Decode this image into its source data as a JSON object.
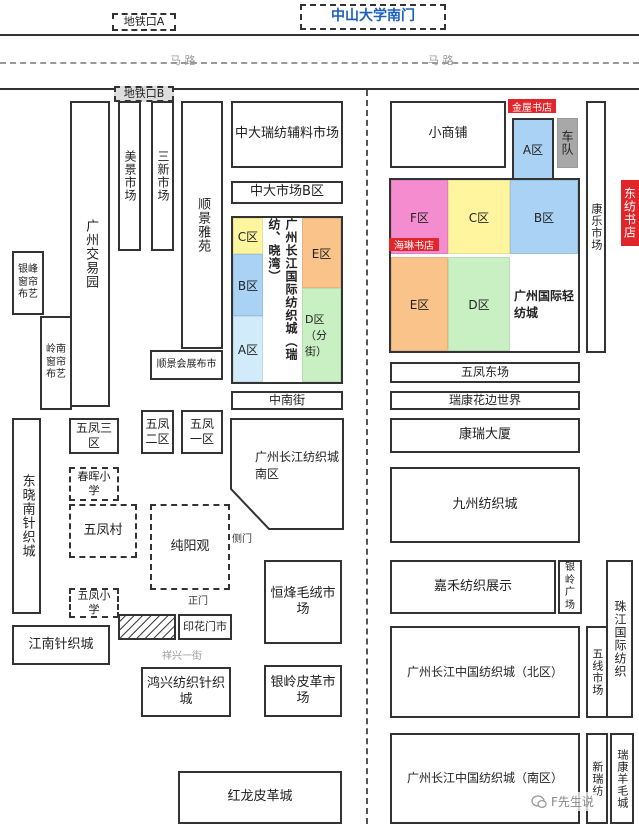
{
  "top": {
    "sun_yatsen_gate": "中山大学南门",
    "metro_a": "地铁口A",
    "metro_b": "地铁口B",
    "road_left": "马 路",
    "road_right": "马 路"
  },
  "west": {
    "meijing": "美景市场",
    "sanxin": "三新市场",
    "shunjing": "顺景雅苑",
    "gz_trade": "广州交易园",
    "yinfeng": "银峰窗帘布艺",
    "lingnan": "岭南窗帘布艺",
    "shunjing_exhibit": "顺景会展布市",
    "wufeng3": "五凤三区",
    "wufeng2": "五凤二区",
    "wufeng1": "五凤一区",
    "dongxiao": "东晓南针织城",
    "chunhui": "春晖小学",
    "wufeng_village": "五凤村",
    "chunyang": "纯阳观",
    "wufeng_school": "五凤小学",
    "jiangnan": "江南针织城",
    "yinhua": "印花门市",
    "xiangxing": "祥兴一街",
    "hongxing": "鸿兴纺织针织城",
    "side_gate": "侧门",
    "main_gate": "正门"
  },
  "middle": {
    "zhongda_accessory": "中大瑞纺辅料市场",
    "zhongda_b": "中大市场B区",
    "changjiang_intl": "广州长江国际纺织城（瑞纺、晓湾）",
    "zones": {
      "c": "C区",
      "e": "E区",
      "b": "B区",
      "d": "D区（分街）",
      "a": "A区"
    },
    "zhongnan": "中南街",
    "changjiang_south": "广州长江纺织城南区",
    "hengfeng": "恒烽毛绒市场",
    "yinling_leather": "银岭皮革市场",
    "honglong": "红龙皮革城"
  },
  "east": {
    "small_shop": "小商铺",
    "jinwu": "金屋书店",
    "chedui": "车队",
    "zones": {
      "a": "A区",
      "f": "F区",
      "c": "C区",
      "b": "B区",
      "e": "E区",
      "d": "D区"
    },
    "hailin": "海琳书店",
    "gz_intl_light": "广州国际轻纺城",
    "kangle": "康乐市场",
    "dongfang_bookstore": "东纺书店",
    "wufeng_east": "五凤东场",
    "ruikang_flower": "瑞康花边世界",
    "kangrui": "康瑞大厦",
    "jiuzhou": "九州纺织城",
    "jiahe": "嘉禾纺织展示",
    "yinling_square": "银岭广场",
    "pearl_river": "珠江国际纺织",
    "changjiang_north": "广州长江中国纺织城（北区）",
    "wuxian": "五线市场",
    "changjiang_south_cn": "广州长江中国纺织城（南区）",
    "xinrui": "新瑞纺",
    "ruikang_wool": "瑞康羊毛城"
  },
  "watermark": "F先生说",
  "colors": {
    "pink": "#f48ccf",
    "yellow": "#fff59e",
    "blue": "#a9d2f5",
    "orange": "#f9c38a",
    "green": "#c9f0c2",
    "red": "#e0262b",
    "gray": "#a8a8a8"
  }
}
